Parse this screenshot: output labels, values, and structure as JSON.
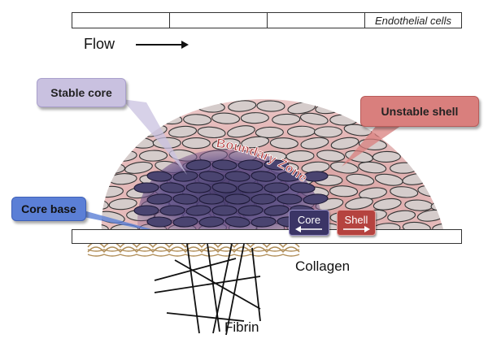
{
  "endothelial": {
    "label": "Endothelial cells"
  },
  "flow": {
    "label": "Flow"
  },
  "callouts": {
    "stable_core": "Stable core",
    "unstable_shell": "Unstable shell",
    "core_base": "Core base"
  },
  "boundary_zone": {
    "label": "Boundary Zone"
  },
  "direction": {
    "core": "Core",
    "shell": "Shell"
  },
  "labels": {
    "collagen": "Collagen",
    "fibrin": "Fibrin"
  },
  "colors": {
    "shell_red": "#c0504d",
    "core_purple": "#4a3f7a",
    "core_base_blue": "#5b7fd6",
    "stable_callout": "#c9c1e0",
    "unstable_callout": "#d97f7d",
    "collagen": "#b08d57",
    "cell_fill": "#cfc6c6"
  }
}
